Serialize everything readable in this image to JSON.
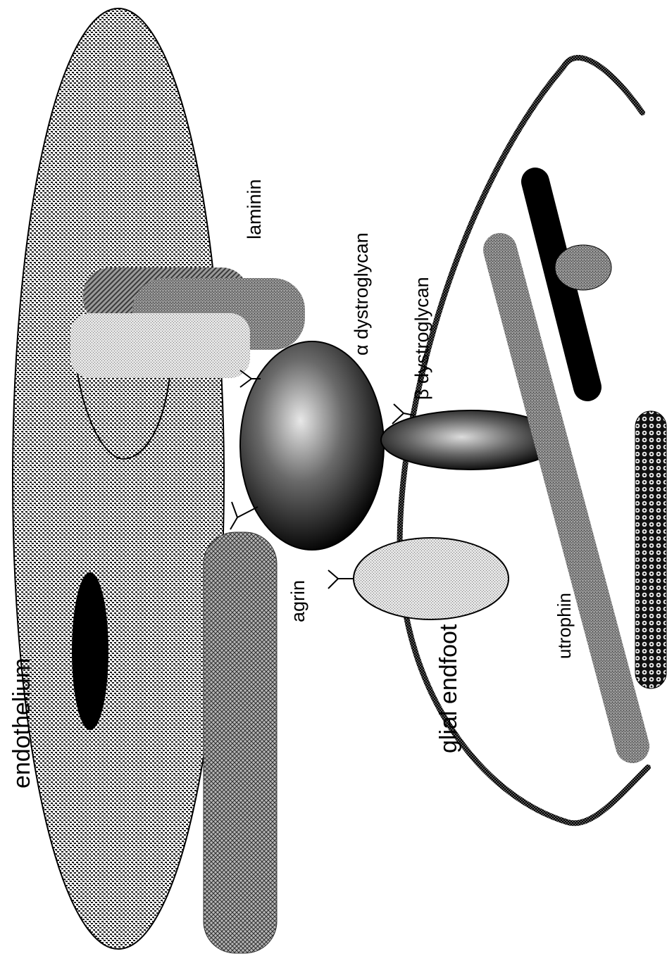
{
  "labels": {
    "endothelium": "endothelium",
    "laminin": "laminin",
    "alpha_dystroglycan": "α dystroglycan",
    "beta_dystroglycan": "β dystroglycan",
    "agrin": "agrin",
    "glial_endfoot": "glial endfoot",
    "utrophin": "utrophin"
  },
  "colors": {
    "background": "#ffffff",
    "outline": "#000000"
  }
}
